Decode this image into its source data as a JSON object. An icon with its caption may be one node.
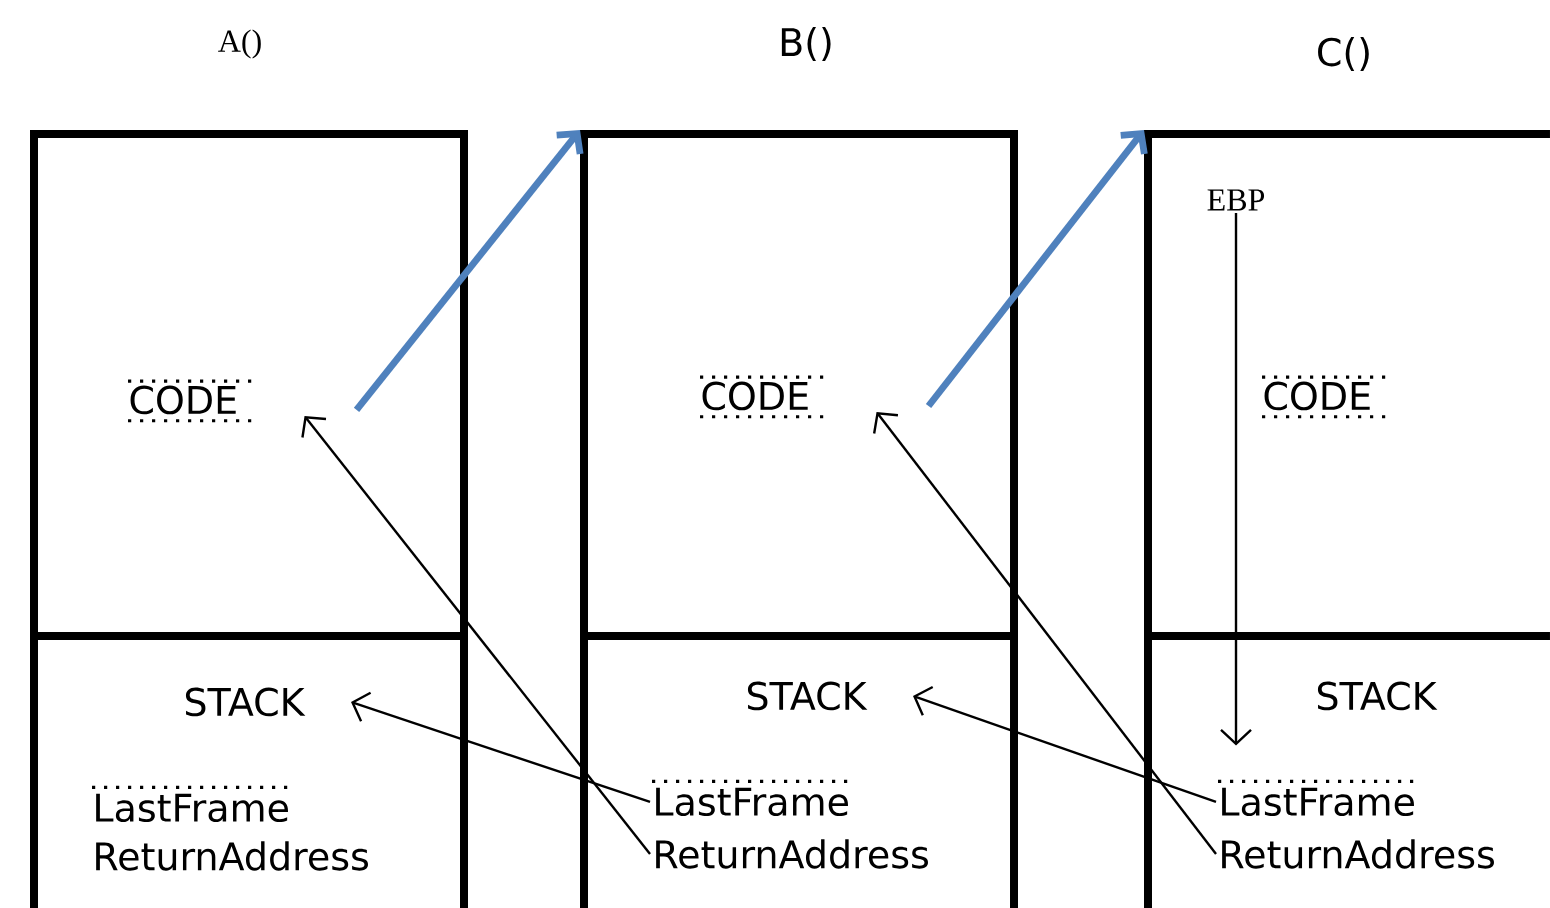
{
  "diagram": {
    "nodes": [
      {
        "text": [
          "A()"
        ]
      },
      {
        "text": [
          "CODE"
        ],
        "in": 0
      },
      {
        "text": [
          "STACK"
        ],
        "in": 0
      },
      {
        "text": [
          "LastFrame"
        ],
        "in": 0
      },
      {
        "text": [
          "ReturnAddress"
        ],
        "in": 0
      },
      {
        "text": [
          "B()"
        ]
      },
      {
        "text": [
          "CODE"
        ],
        "in": 5
      },
      {
        "text": [
          "STACK"
        ],
        "in": 5
      },
      {
        "text": [
          "LastFrame"
        ],
        "in": 5
      },
      {
        "text": [
          "ReturnAddress"
        ],
        "in": 5
      },
      {
        "text": [
          "C()"
        ]
      },
      {
        "text": [
          "EBP"
        ],
        "in": 10
      },
      {
        "text": [
          "CODE"
        ],
        "in": 10
      },
      {
        "text": [
          "STACK"
        ],
        "in": 10
      },
      {
        "text": [
          "LastFrame"
        ],
        "in": 10
      },
      {
        "text": [
          "ReturnAddress"
        ],
        "in": 10
      }
    ],
    "edges": [
      {
        "from": 1,
        "to": 5,
        "arrow": "to",
        "style": "thick",
        "color": "#4f81bd"
      },
      {
        "from": 6,
        "to": 10,
        "arrow": "to",
        "style": "thick",
        "color": "#4f81bd"
      },
      {
        "from": 8,
        "to": 2,
        "arrow": "to"
      },
      {
        "from": 9,
        "to": 1,
        "arrow": "to"
      },
      {
        "from": 14,
        "to": 7,
        "arrow": "to"
      },
      {
        "from": 15,
        "to": 6,
        "arrow": "to"
      },
      {
        "from": 11,
        "to": 14,
        "arrow": "to"
      }
    ]
  }
}
